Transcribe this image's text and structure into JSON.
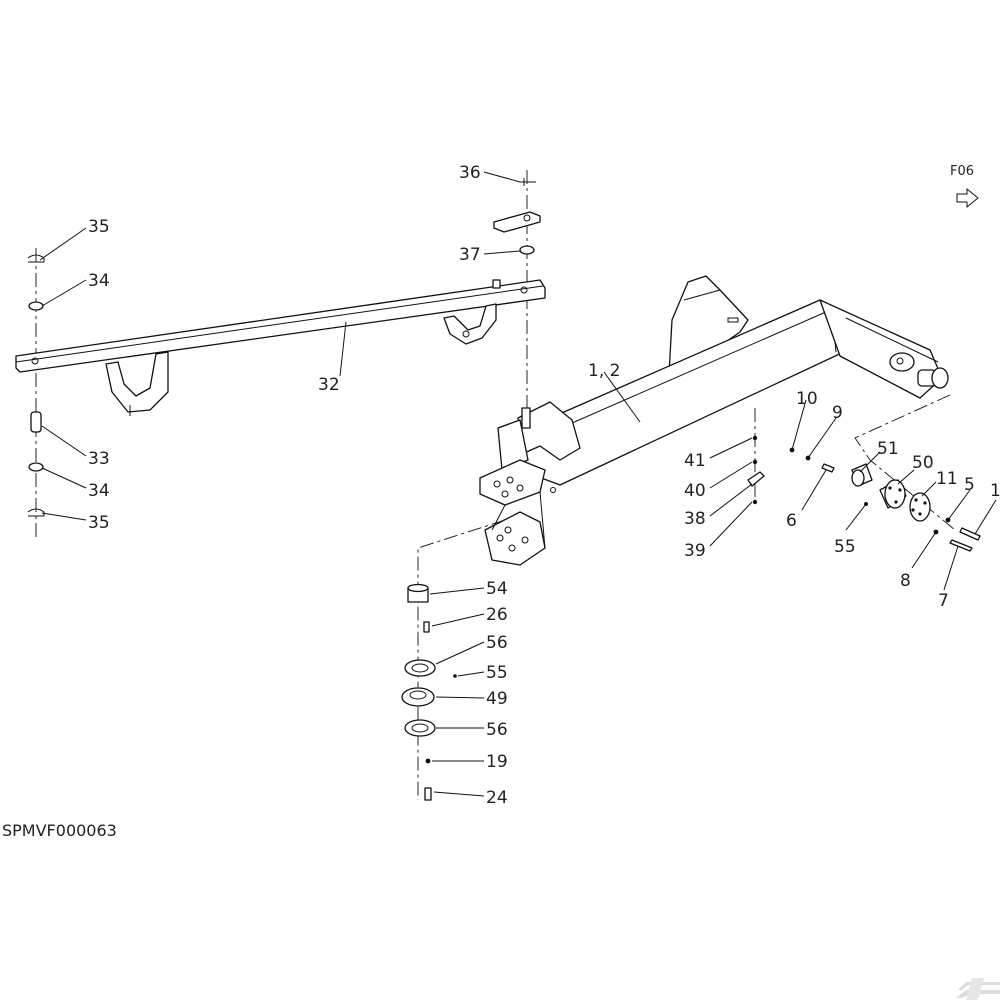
{
  "view_code": "F06",
  "drawing_number": "SPMVF000063",
  "callouts": {
    "c36": "36",
    "c35a": "35",
    "c37": "37",
    "c34a": "34",
    "c32": "32",
    "c33": "33",
    "c34b": "34",
    "c35b": "35",
    "c12": "1, 2",
    "c10": "10",
    "c9": "9",
    "c51": "51",
    "c50": "50",
    "c11": "11",
    "c5": "5",
    "c1": "1",
    "c41": "41",
    "c40": "40",
    "c38": "38",
    "c39": "39",
    "c6": "6",
    "c55a": "55",
    "c8": "8",
    "c7": "7",
    "c54": "54",
    "c26": "26",
    "c56a": "56",
    "c55b": "55",
    "c49": "49",
    "c56b": "56",
    "c19": "19",
    "c24": "24"
  }
}
